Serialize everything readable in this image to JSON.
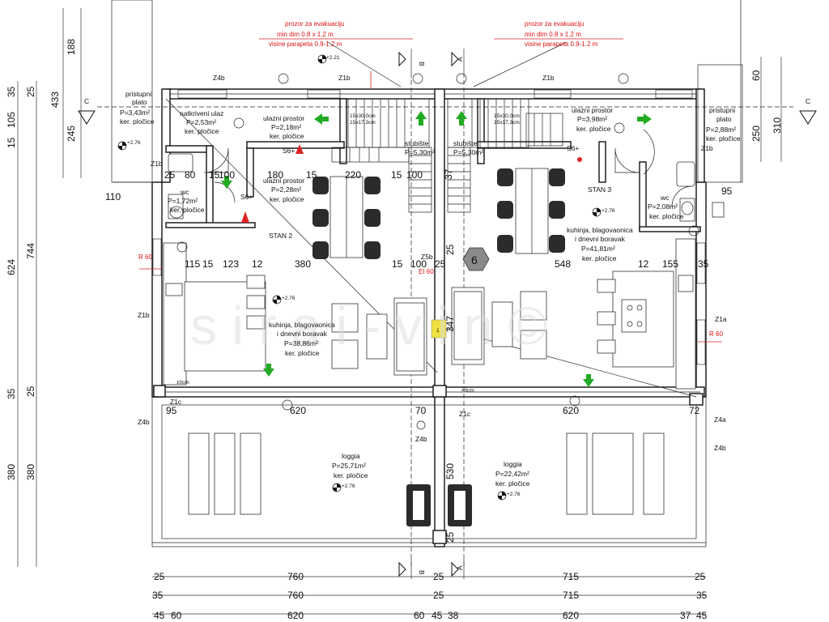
{
  "rooms": {
    "pristupni_plato_left": {
      "name": "pristupni\nplato",
      "area": "P=3,43m²",
      "finish": "ker. pločice"
    },
    "natkriveni_ulaz": {
      "name": "natkriveni ulaz",
      "area": "P=2,53m²",
      "finish": "ker. pločice"
    },
    "ulazni_prostor_left_top": {
      "name": "ulazni prostor",
      "area": "P=2,18m²",
      "finish": "ker. pločice"
    },
    "stubiste_left": {
      "name": "stubište",
      "area": "P=5,30m²"
    },
    "stubiste_right": {
      "name": "stubište",
      "area": "P=5,30m²"
    },
    "ulazni_prostor_right": {
      "name": "ulazni prostor",
      "area": "P=3,98m²",
      "finish": "ker. pločice"
    },
    "pristupni_plato_right": {
      "name": "pristupni\nplato",
      "area": "P=2,88m²",
      "finish": "ker. pločice"
    },
    "wc_left": {
      "name": "wc",
      "area": "P=1,72m²",
      "finish": "ker. pločice"
    },
    "ulazni_prostor_left": {
      "name": "ulazni prostor",
      "area": "P=2,28m²",
      "finish": "ker. pločice"
    },
    "stan2": {
      "name": "STAN 2"
    },
    "stan3": {
      "name": "STAN 3"
    },
    "wc_right": {
      "name": "wc",
      "area": "P=2,08m²",
      "finish": "ker. pločice"
    },
    "kuhinja_right": {
      "name": "kuhinja, blagovaonica\ni dnevni boravak",
      "area": "P=41,81m²",
      "finish": "ker. pločice"
    },
    "kuhinja_left": {
      "name": "kuhinja, blagovaonica\ni dnevni boravak",
      "area": "P=38,86m²",
      "finish": "ker. pločice"
    },
    "loggia_left": {
      "name": "loggia",
      "area": "P=25,71m²",
      "finish": "ker. pločice"
    },
    "loggia_right": {
      "name": "loggia",
      "area": "P=22,42m²",
      "finish": "ker. pločice"
    }
  },
  "evacuation_note": {
    "line1": "prozor za evakuaciju",
    "line2": "min dim 0.8 x 1.2 m",
    "line3": "visine parapeta 0.9-1.2 m"
  },
  "section_marks": {
    "a": "A",
    "b": "B",
    "c": "C"
  },
  "level_marks": {
    "plus_276": "+2.76",
    "plus_221": "+2.21",
    "zero": "±0cm"
  },
  "wall_tags": {
    "z1a": "Z1a",
    "z1b": "Z1b",
    "z1c": "Z1c",
    "z4a": "Z4a",
    "z4b": "Z4b",
    "z5b": "Z5b",
    "s6": "S6+"
  },
  "window_tags": {
    "r60": "R 60",
    "ei60": "EI 60"
  },
  "badge": "6",
  "dims_top_left": [
    "188",
    "433",
    "35",
    "245",
    "105",
    "15"
  ],
  "dims_left": [
    "744",
    "624",
    "35",
    "25",
    "380",
    "380"
  ],
  "dims_right": [
    "60",
    "250",
    "310"
  ],
  "dims_interior": {
    "row1": [
      "25",
      "80",
      "15",
      "100",
      "180",
      "15",
      "220",
      "15",
      "100",
      "37"
    ],
    "row2": [
      "110",
      "95"
    ],
    "row3": [
      "115",
      "15",
      "123",
      "12",
      "380",
      "15",
      "100",
      "25",
      "548",
      "12",
      "155",
      "35"
    ],
    "row4": [
      "95",
      "620",
      "70",
      "620",
      "72"
    ],
    "vertical": [
      "25",
      "347",
      "530",
      "25"
    ]
  },
  "dims_bottom": {
    "row1": [
      "25",
      "760",
      "25",
      "715",
      "25"
    ],
    "row2": [
      "35",
      "760",
      "25",
      "715",
      "35"
    ],
    "row3": [
      "45",
      "60",
      "620",
      "60",
      "45",
      "38",
      "620",
      "37",
      "45"
    ]
  },
  "stair_notes": {
    "left": "15x30,0cm\n15x17,3cm",
    "right": "15x30,0cm\n15x17,3cm"
  },
  "watermark": "s i r a i  - v i n  ©",
  "colors": {
    "red": "#d22222",
    "green": "#22aa22",
    "yellow": "#f0e040",
    "badge": "#8a8a8a"
  }
}
